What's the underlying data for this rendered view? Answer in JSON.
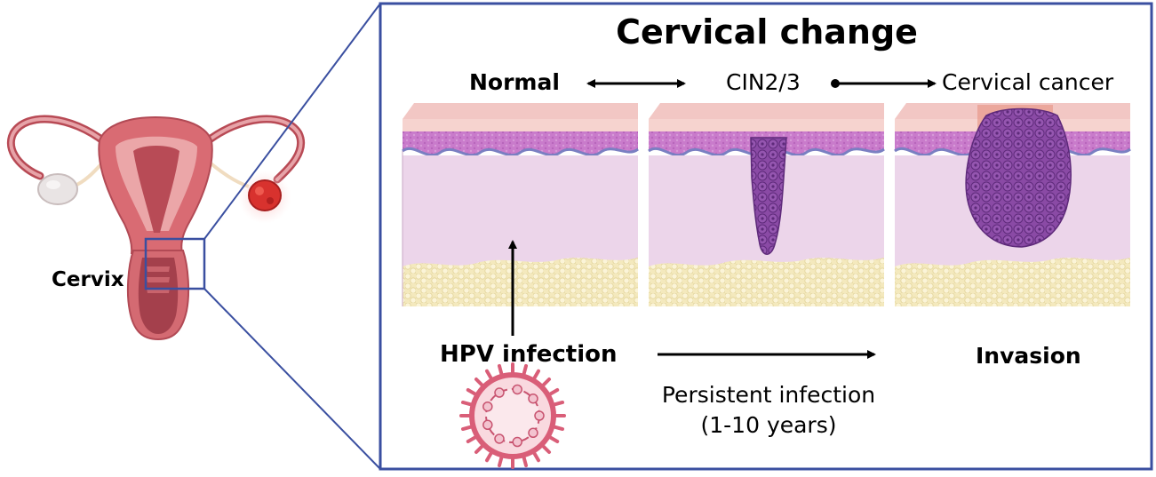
{
  "title": "Cervical change",
  "stages": {
    "normal": "Normal",
    "cin": "CIN2/3",
    "cancer": "Cervical cancer"
  },
  "anatomy": {
    "cervix_label": "Cervix"
  },
  "hpv": {
    "label": "HPV infection"
  },
  "progression": {
    "persistent_line1": "Persistent infection",
    "persistent_line2": "(1-10 years)",
    "invasion": "Invasion"
  },
  "colors": {
    "panel_border": "#3a4fa0",
    "epithelium": "#c774c9",
    "stroma": "#ecd5ea",
    "fat": "#f2e6b5",
    "lesion": "#7b3f98",
    "uterus": "#c0545e",
    "virus": "#d95e78"
  }
}
